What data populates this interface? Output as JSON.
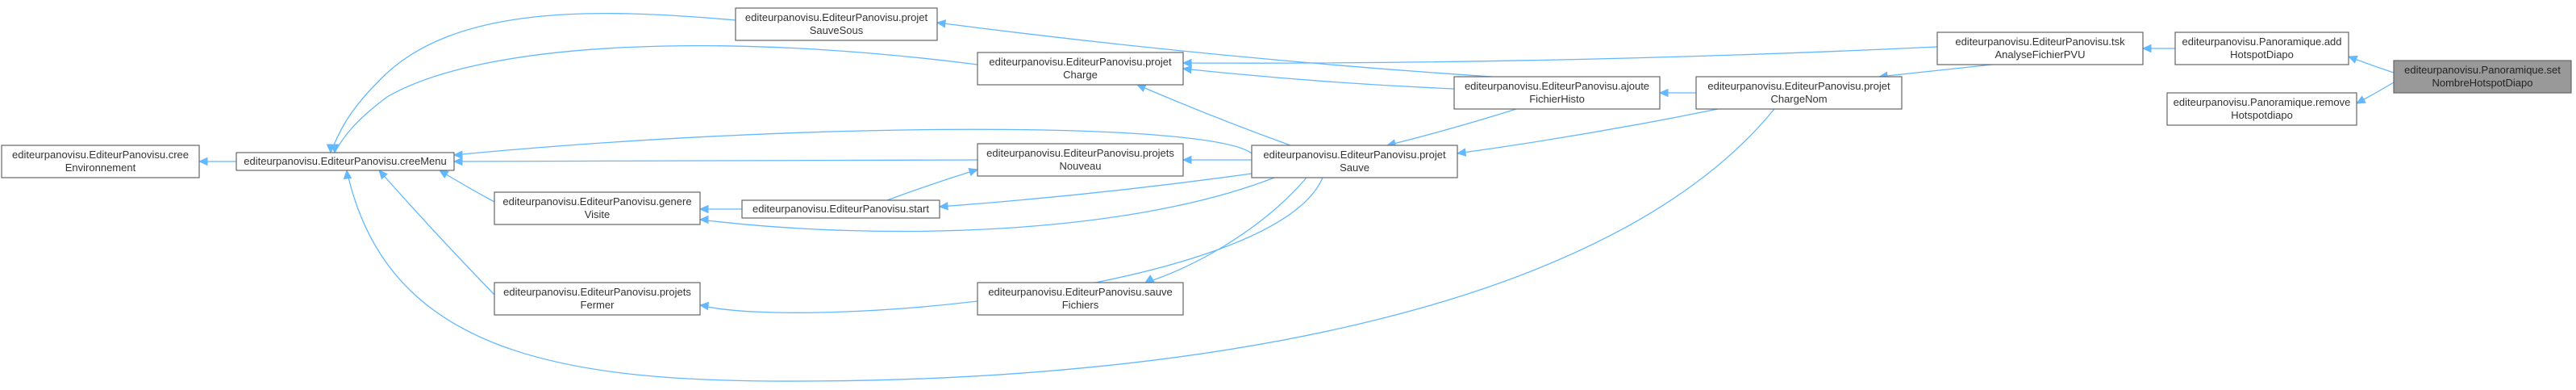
{
  "colors": {
    "edge": "#63b8ff",
    "node_border": "#666666",
    "node_fill": "#ffffff",
    "highlight_fill": "#999999",
    "text": "#333333"
  },
  "nodes": [
    {
      "id": "cree-environnement",
      "lines": [
        "editeurpanovisu.EditeurPanovisu.cree",
        "Environnement"
      ]
    },
    {
      "id": "cree-menu",
      "lines": [
        "editeurpanovisu.EditeurPanovisu.creeMenu"
      ]
    },
    {
      "id": "projet-sauve-sous",
      "lines": [
        "editeurpanovisu.EditeurPanovisu.projet",
        "SauveSous"
      ]
    },
    {
      "id": "projet-charge",
      "lines": [
        "editeurpanovisu.EditeurPanovisu.projet",
        "Charge"
      ]
    },
    {
      "id": "projets-nouveau",
      "lines": [
        "editeurpanovisu.EditeurPanovisu.projets",
        "Nouveau"
      ]
    },
    {
      "id": "genere-visite",
      "lines": [
        "editeurpanovisu.EditeurPanovisu.genere",
        "Visite"
      ]
    },
    {
      "id": "start",
      "lines": [
        "editeurpanovisu.EditeurPanovisu.start"
      ]
    },
    {
      "id": "projets-fermer",
      "lines": [
        "editeurpanovisu.EditeurPanovisu.projets",
        "Fermer"
      ]
    },
    {
      "id": "sauve-fichiers",
      "lines": [
        "editeurpanovisu.EditeurPanovisu.sauve",
        "Fichiers"
      ]
    },
    {
      "id": "ajoute-fichier-histo",
      "lines": [
        "editeurpanovisu.EditeurPanovisu.ajoute",
        "FichierHisto"
      ]
    },
    {
      "id": "projet-sauve",
      "lines": [
        "editeurpanovisu.EditeurPanovisu.projet",
        "Sauve"
      ]
    },
    {
      "id": "projet-charge-nom",
      "lines": [
        "editeurpanovisu.EditeurPanovisu.projet",
        "ChargeNom"
      ]
    },
    {
      "id": "tsk-analyse-fichier-pvu",
      "lines": [
        "editeurpanovisu.EditeurPanovisu.tsk",
        "AnalyseFichierPVU"
      ]
    },
    {
      "id": "panoramique-add-hotspot-diapo",
      "lines": [
        "editeurpanovisu.Panoramique.add",
        "HotspotDiapo"
      ]
    },
    {
      "id": "panoramique-remove-hotspotdiapo",
      "lines": [
        "editeurpanovisu.Panoramique.remove",
        "Hotspotdiapo"
      ]
    },
    {
      "id": "panoramique-set-nombre-hotspot-diapo",
      "lines": [
        "editeurpanovisu.Panoramique.set",
        "NombreHotspotDiapo"
      ],
      "highlight": true
    }
  ],
  "edges": [
    {
      "from": "cree-menu",
      "to": "cree-environnement"
    },
    {
      "from": "projet-sauve-sous",
      "to": "cree-menu"
    },
    {
      "from": "projet-charge",
      "to": "cree-menu"
    },
    {
      "from": "projets-nouveau",
      "to": "cree-menu"
    },
    {
      "from": "genere-visite",
      "to": "cree-menu"
    },
    {
      "from": "projets-fermer",
      "to": "cree-menu"
    },
    {
      "from": "start",
      "to": "projets-nouveau"
    },
    {
      "from": "start",
      "to": "genere-visite"
    },
    {
      "from": "projet-sauve",
      "to": "cree-menu"
    },
    {
      "from": "projet-sauve",
      "to": "projets-nouveau"
    },
    {
      "from": "projet-sauve",
      "to": "start"
    },
    {
      "from": "projet-sauve",
      "to": "genere-visite"
    },
    {
      "from": "projet-sauve",
      "to": "sauve-fichiers"
    },
    {
      "from": "projet-sauve",
      "to": "projets-fermer"
    },
    {
      "from": "projet-sauve",
      "to": "projet-charge"
    },
    {
      "from": "ajoute-fichier-histo",
      "to": "projet-sauve-sous"
    },
    {
      "from": "ajoute-fichier-histo",
      "to": "projet-charge"
    },
    {
      "from": "ajoute-fichier-histo",
      "to": "projet-sauve"
    },
    {
      "from": "projet-charge-nom",
      "to": "ajoute-fichier-histo"
    },
    {
      "from": "projet-charge-nom",
      "to": "projet-sauve"
    },
    {
      "from": "projet-charge-nom",
      "to": "cree-menu"
    },
    {
      "from": "tsk-analyse-fichier-pvu",
      "to": "projet-charge"
    },
    {
      "from": "tsk-analyse-fichier-pvu",
      "to": "projet-charge-nom"
    },
    {
      "from": "panoramique-add-hotspot-diapo",
      "to": "tsk-analyse-fichier-pvu"
    },
    {
      "from": "panoramique-set-nombre-hotspot-diapo",
      "to": "panoramique-add-hotspot-diapo"
    },
    {
      "from": "panoramique-set-nombre-hotspot-diapo",
      "to": "panoramique-remove-hotspotdiapo"
    }
  ]
}
